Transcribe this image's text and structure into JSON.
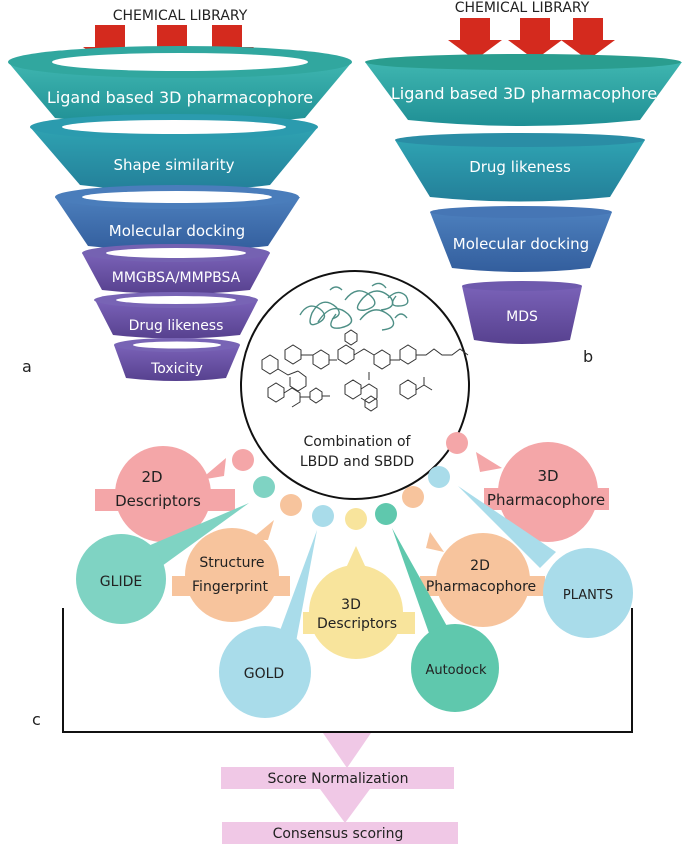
{
  "panel_a": {
    "header": "CHEMICAL LIBRARY",
    "corner_label": "a",
    "stages": [
      "Ligand based 3D pharmacophore",
      "Shape similarity",
      "Molecular docking",
      "MMGBSA/MMPBSA",
      "Drug likeness",
      "Toxicity"
    ]
  },
  "panel_b": {
    "header": "CHEMICAL LIBRARY",
    "corner_label": "b",
    "stages": [
      "Ligand based 3D pharmacophore",
      "Drug likeness",
      "Molecular docking",
      "MDS"
    ]
  },
  "panel_c": {
    "corner_label": "c",
    "center_caption_line1": "Combination of",
    "center_caption_line2": "LBDD and SBDD",
    "circles": {
      "descriptors_2d": [
        "2D",
        "Descriptors"
      ],
      "pharmacophore_3d": [
        "3D",
        "Pharmacophore"
      ],
      "glide": "GLIDE",
      "structure_fingerprint": [
        "Structure",
        "Fingerprint"
      ],
      "descriptors_3d": [
        "3D",
        "Descriptors"
      ],
      "pharmacophore_2d": [
        "2D",
        "Pharmacophore"
      ],
      "plants": "PLANTS",
      "gold": "GOLD",
      "autodock": "Autodock"
    },
    "score_normalization": "Score Normalization",
    "consensus_scoring": "Consensus scoring"
  },
  "colors": {
    "teal_top": "#2aa59a",
    "teal": "#2a8fa4",
    "blue": "#3f6fad",
    "purple": "#6a55a6",
    "arrow_red": "#d42a1e",
    "pink": "#f4a6a8",
    "peach": "#f7c49d",
    "yellow": "#f8e49c",
    "mint": "#7fd3c3",
    "light_blue": "#a9dcea",
    "dark_teal": "#5fc8ad",
    "lavender": "#f0c8e6"
  }
}
